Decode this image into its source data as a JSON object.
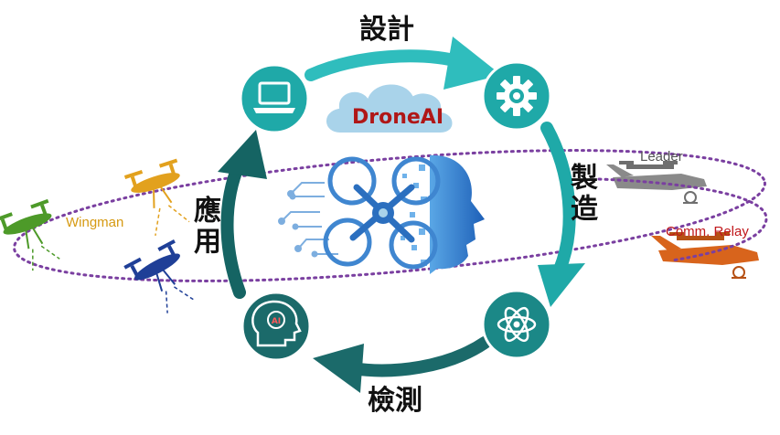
{
  "stages": {
    "top": "設計",
    "right": "製造",
    "bottom": "檢測",
    "left": "應用"
  },
  "center": {
    "cloud_label": "DroneAI",
    "ai_badge": "AI"
  },
  "drones": {
    "leader": "Leader",
    "relay": "Comm. Relay",
    "wingman": "Wingman"
  },
  "icons": {
    "top_left": "laptop-icon",
    "top_right": "gear-icon",
    "bottom_right": "atom-icon",
    "bottom_left": "ai-head-icon"
  },
  "colors": {
    "teal": "#1fa9a8",
    "dark_teal": "#1b6a6a",
    "arrow_top": "#2fbdbd",
    "arrow_left": "#156463",
    "cloud": "#a9d3ea",
    "cloud_text": "#b01717",
    "orbit": "#7a3fa0",
    "leader_text": "#555555",
    "relay_text": "#c0161a",
    "wingman_text": "#d69a12",
    "drone_grey": "#8a8a8a",
    "drone_orange": "#d8641c",
    "drone_yellow": "#e2a11e",
    "drone_green": "#4d9a29",
    "drone_navy": "#1f3f97"
  }
}
